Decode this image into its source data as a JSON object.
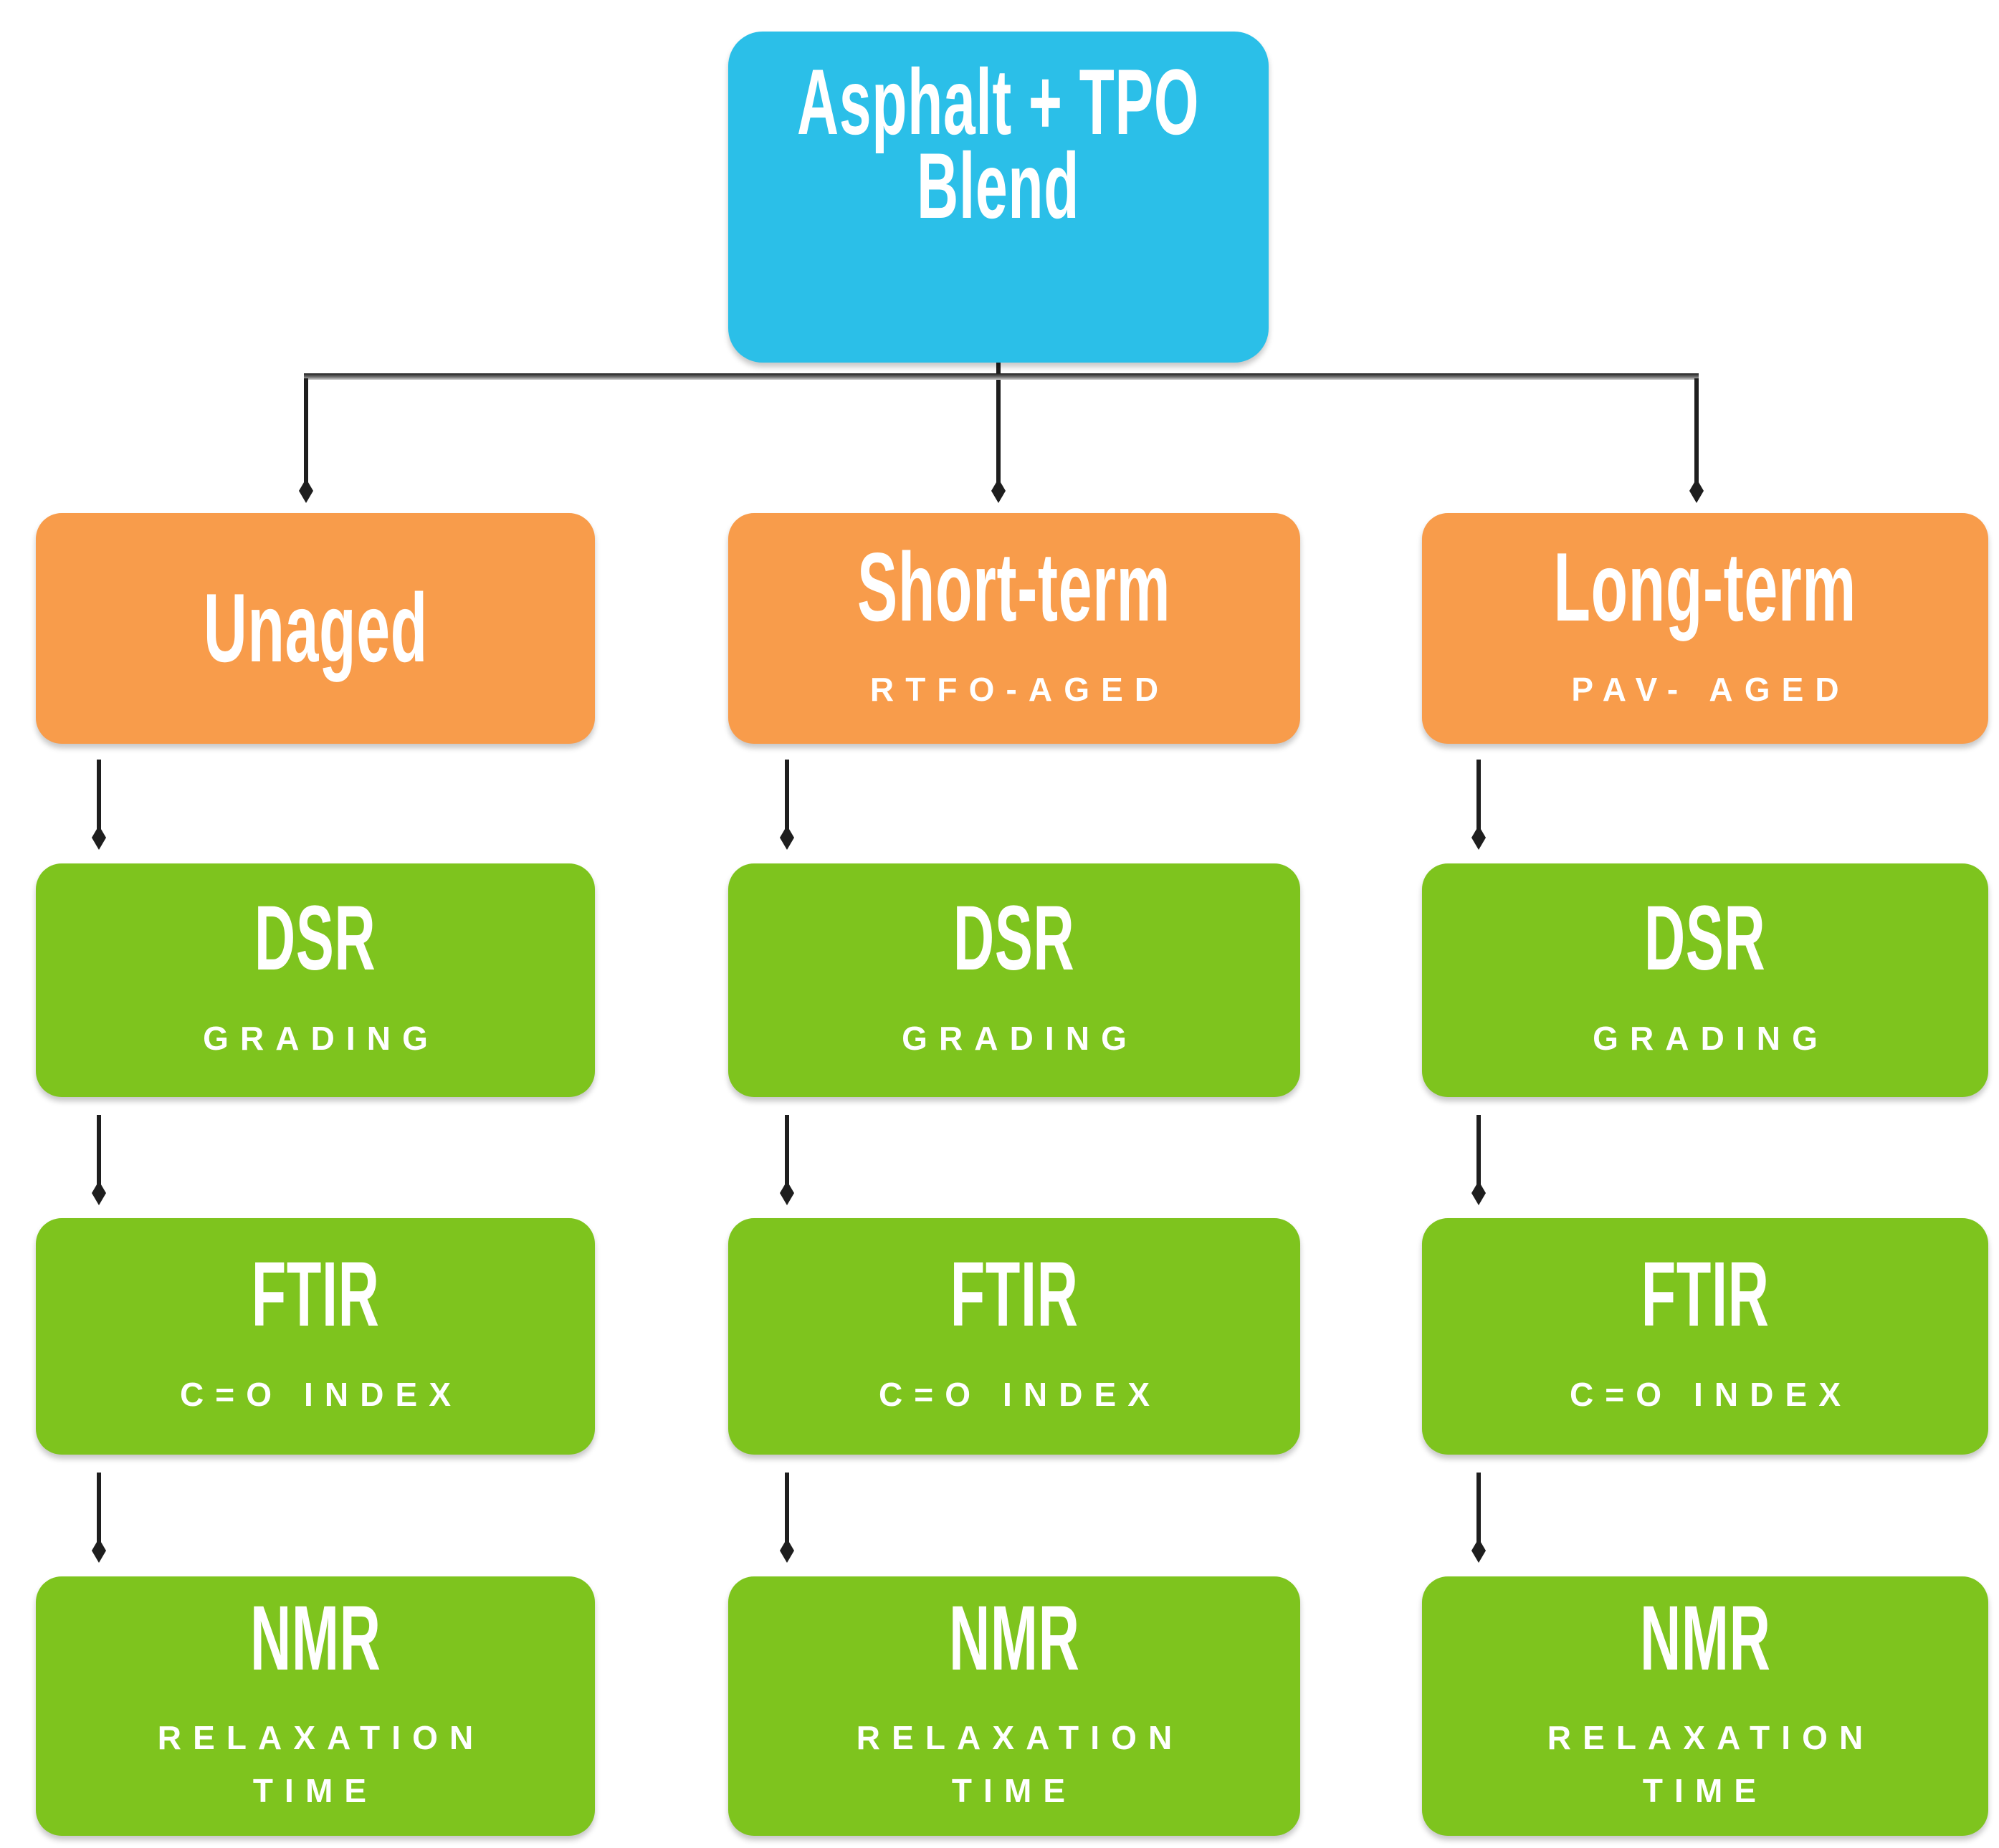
{
  "diagram": {
    "title_hint": "Asphalt + TPO blend aging and characterization flowchart",
    "root": {
      "title": "Asphalt + TPO\nBlend"
    },
    "columns": [
      {
        "stage": {
          "title": "Unaged",
          "subtitle": ""
        },
        "tests": [
          {
            "title": "DSR",
            "subtitle": "GRADING"
          },
          {
            "title": "FTIR",
            "subtitle": "C=O INDEX"
          },
          {
            "title": "NMR",
            "subtitle": "RELAXATION\nTIME"
          }
        ]
      },
      {
        "stage": {
          "title": "Short-term",
          "subtitle": "RTFO-AGED"
        },
        "tests": [
          {
            "title": "DSR",
            "subtitle": "GRADING"
          },
          {
            "title": "FTIR",
            "subtitle": "C=O INDEX"
          },
          {
            "title": "NMR",
            "subtitle": "RELAXATION\nTIME"
          }
        ]
      },
      {
        "stage": {
          "title": "Long-term",
          "subtitle": "PAV- AGED"
        },
        "tests": [
          {
            "title": "DSR",
            "subtitle": "GRADING"
          },
          {
            "title": "FTIR",
            "subtitle": "C=O INDEX"
          },
          {
            "title": "NMR",
            "subtitle": "RELAXATION\nTIME"
          }
        ]
      }
    ],
    "colors": {
      "root": "#2BBFE8",
      "stage": "#F89C4B",
      "test": "#7EC41E",
      "connector": "#1E1E1E",
      "node_text": "#FFFFFF",
      "background": "#FFFFFF"
    }
  }
}
